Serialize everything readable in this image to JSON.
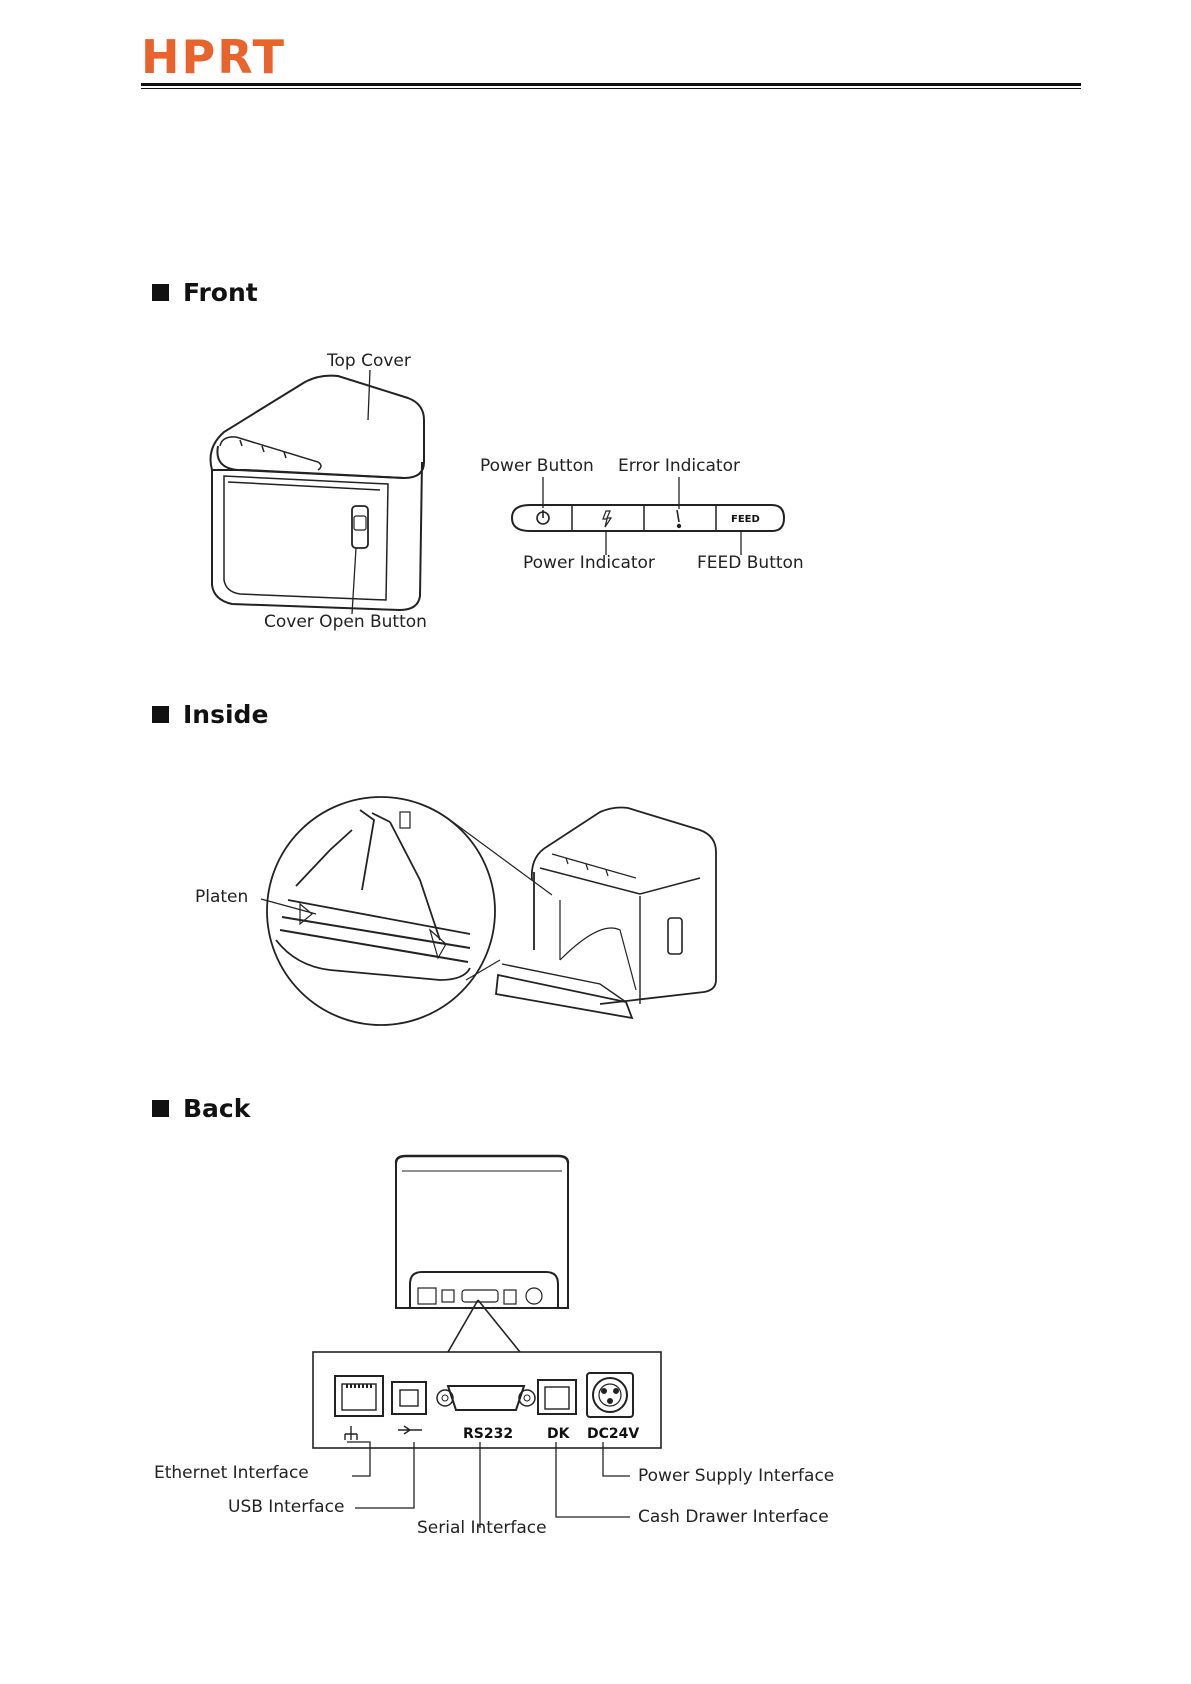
{
  "brand": {
    "logo_text": "HPRT",
    "color": "#E8642C"
  },
  "sections": {
    "front": {
      "title": "Front",
      "labels": {
        "top_cover": "Top Cover",
        "cover_open_button": "Cover Open Button",
        "power_button": "Power Button",
        "error_indicator": "Error Indicator",
        "power_indicator": "Power Indicator",
        "feed_button": "FEED Button",
        "feed_key_text": "FEED"
      }
    },
    "inside": {
      "title": "Inside",
      "labels": {
        "platen": "Platen"
      }
    },
    "back": {
      "title": "Back",
      "port_marks": {
        "rs232": "RS232",
        "dk": "DK",
        "dc24v": "DC24V"
      },
      "labels": {
        "ethernet": "Ethernet Interface",
        "usb": "USB Interface",
        "serial": "Serial Interface",
        "power_supply": "Power Supply Interface",
        "cash_drawer": "Cash Drawer Interface"
      }
    }
  }
}
